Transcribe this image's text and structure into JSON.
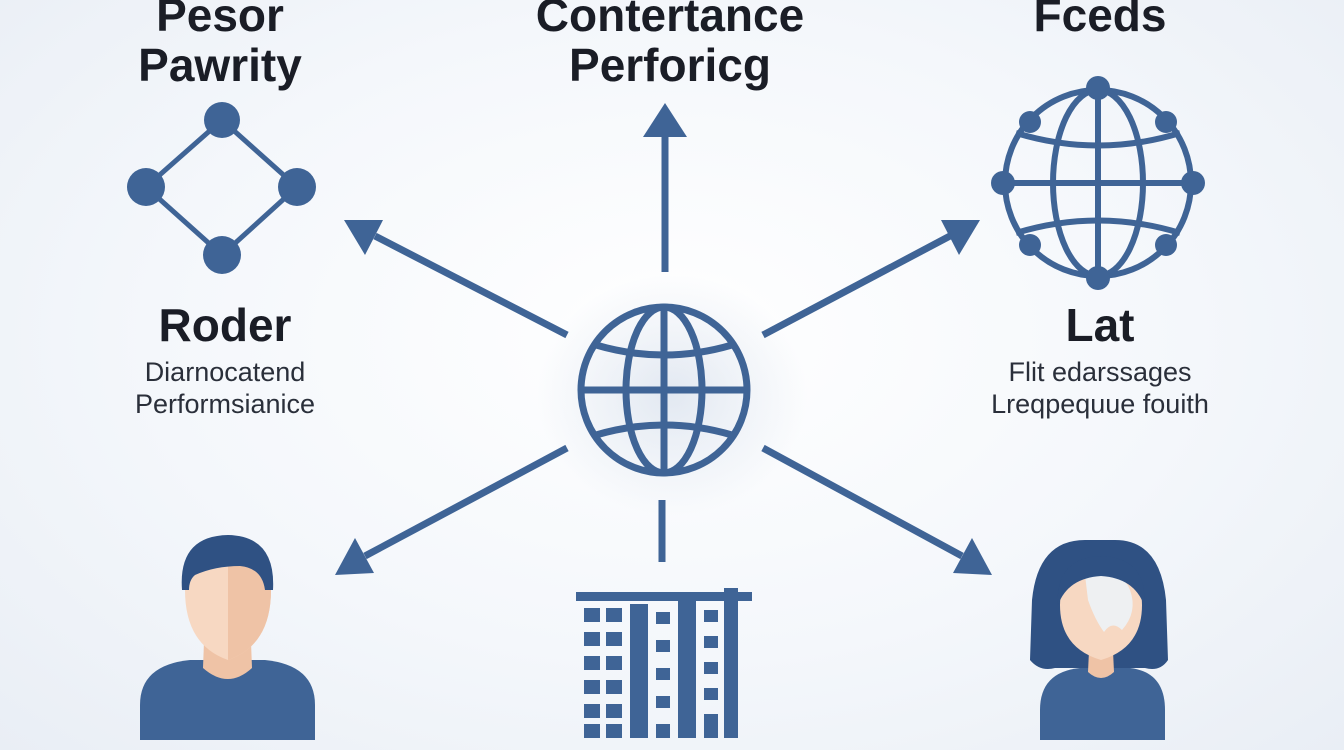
{
  "labels": {
    "top_left": {
      "line1": "Pesor",
      "line2": "Pawrity"
    },
    "top_center": {
      "line1": "Contertance",
      "line2": "Perforicg"
    },
    "top_right": {
      "line1": "Fceds"
    },
    "middle_left": {
      "title": "Roder",
      "sub1": "Diarnocatend",
      "sub2": "Performsianice"
    },
    "middle_right": {
      "title": "Lat",
      "sub1": "Flit edarssages",
      "sub2": "Lreqpequue fouith"
    }
  },
  "colors": {
    "primary": "#3f6496",
    "primary_dark": "#2f5183",
    "skin_light": "#f7d8c2",
    "skin_shade": "#efc3a6",
    "hair_highlight": "#eef0f2"
  },
  "icons": {
    "center": "globe-icon",
    "top_left": "network-diamond-icon",
    "top_right": "network-globe-icon",
    "bottom_left": "male-user-icon",
    "bottom_center": "bar-chart-icon",
    "bottom_right": "female-user-icon"
  }
}
